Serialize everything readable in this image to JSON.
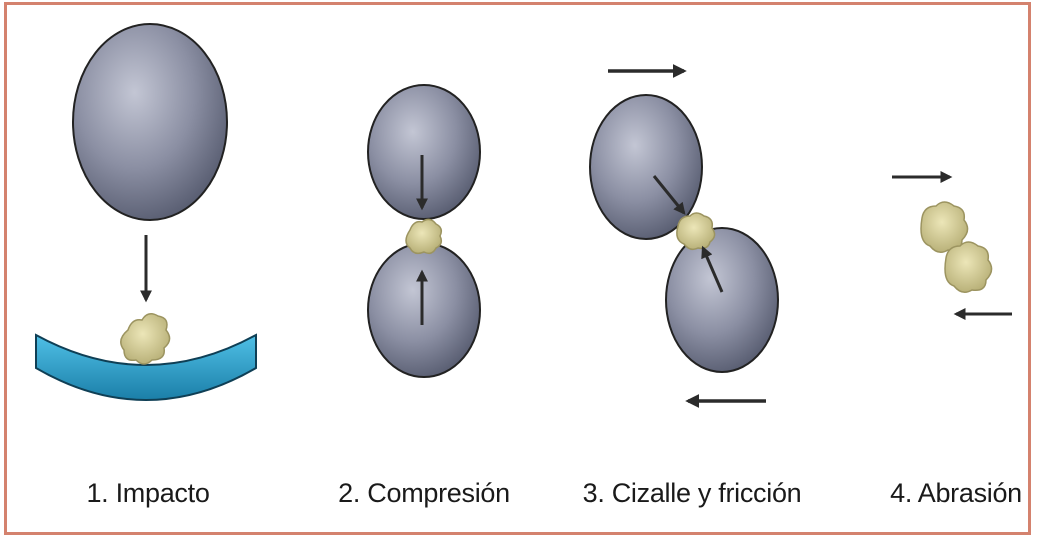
{
  "panels": [
    {
      "caption": "1. Impacto"
    },
    {
      "caption": "2. Compresión"
    },
    {
      "caption": "3. Cizalle y fricción"
    },
    {
      "caption": "4. Abrasión"
    }
  ],
  "colors": {
    "frame": "#d4826e",
    "ball_dark": "#595d72",
    "ball_light": "#b9bdcc",
    "particle": "#d6cf98",
    "surface": "#2a9ec8",
    "arrow": "#2b2b2b"
  }
}
